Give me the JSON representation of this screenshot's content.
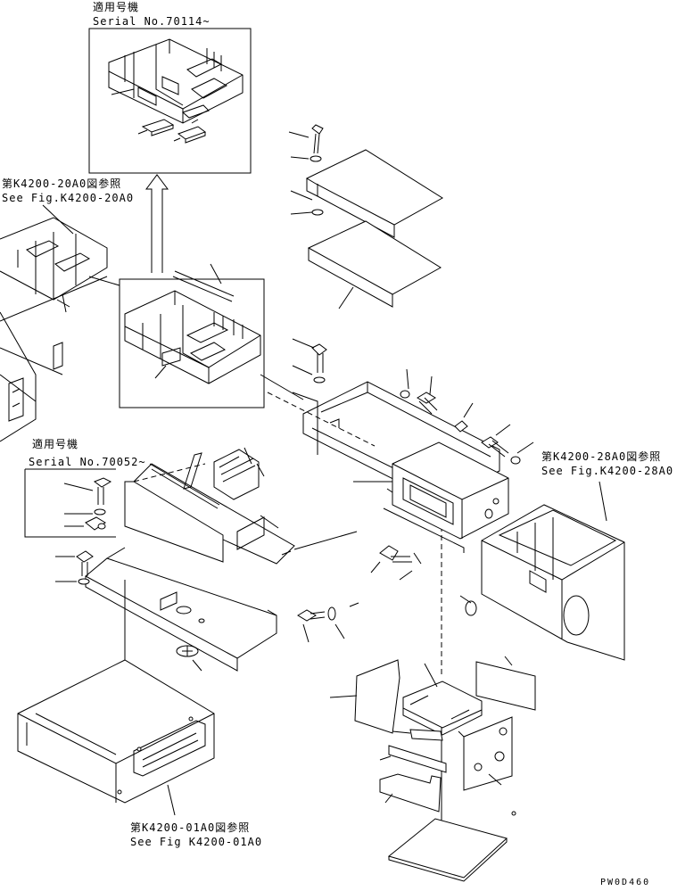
{
  "callouts": {
    "top_applicable": "適用号機",
    "top_serial": "Serial No.70114~",
    "left_ref_jp": "第K4200-20A0図参照",
    "left_ref_en": "See Fig.K4200-20A0",
    "mid_applicable": "適用号機",
    "mid_serial": "Serial No.70052~",
    "right_ref_jp": "第K4200-28A0図参照",
    "right_ref_en": "See Fig.K4200-28A0",
    "bottom_ref_jp": "第K4200-01A0図参照",
    "bottom_ref_en": "See Fig K4200-01A0",
    "drawing_code": "PW0D460"
  }
}
